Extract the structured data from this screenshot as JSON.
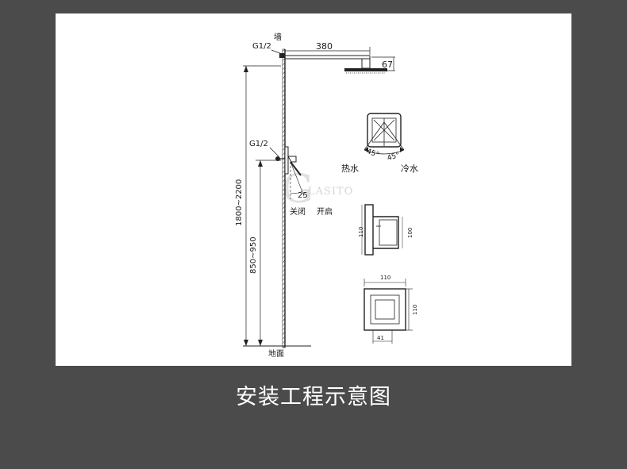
{
  "diagram": {
    "labels": {
      "wall": "墙",
      "thread_top": "G1/2",
      "thread_mid": "G1/2",
      "arm_length": "380",
      "head_drop": "67",
      "total_height": "1800~2200",
      "valve_height": "850~950",
      "angle_lever": "25",
      "angle_left": "45°",
      "angle_right": "45°",
      "hot": "热水",
      "cold": "冷水",
      "close": "关闭",
      "open": "开启",
      "floor": "地面",
      "side_h1": "110",
      "side_h2": "100",
      "front_w": "110",
      "front_h": "110",
      "front_bottom": "41"
    },
    "watermark": "LASITO",
    "watermark_initial": "G"
  },
  "caption": "安装工程示意图",
  "colors": {
    "background": "#4b4b4b",
    "panel": "#ffffff",
    "ink": "#1a1a1a",
    "caption": "#ffffff"
  }
}
